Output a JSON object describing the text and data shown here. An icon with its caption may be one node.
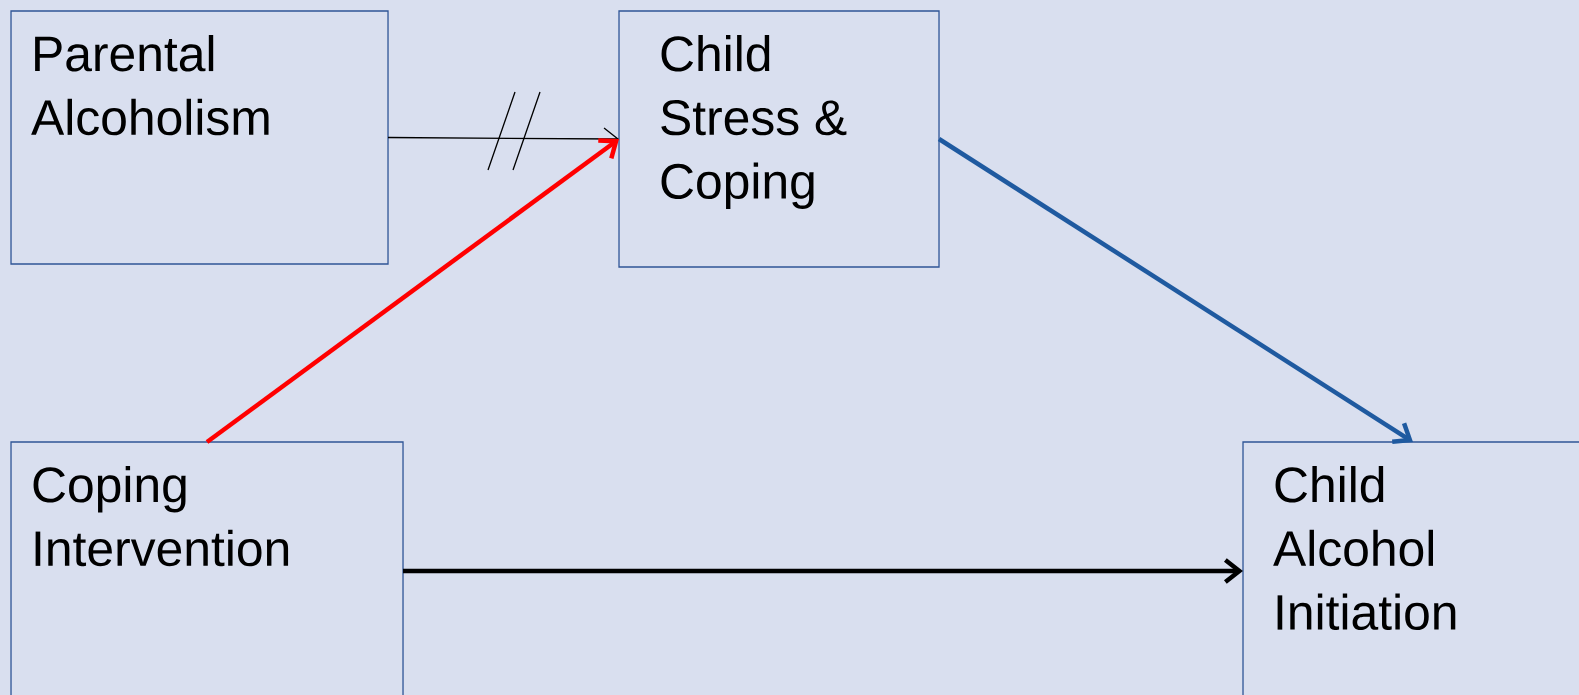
{
  "diagram": {
    "nodes": [
      {
        "text": [
          "Parental Alcoholism"
        ]
      },
      {
        "text": [
          "Child Stress & Coping"
        ]
      },
      {
        "text": [
          "Coping Intervention"
        ]
      },
      {
        "text": [
          "Child Alcohol Initiation"
        ]
      }
    ],
    "edges": [
      {
        "from": 0,
        "to": 1,
        "arrow": "to"
      },
      {
        "from": 2,
        "to": 1,
        "arrow": "to",
        "color": "#ff0000"
      },
      {
        "from": 1,
        "to": 3,
        "arrow": "to",
        "color": "#1f5aa0"
      },
      {
        "from": 2,
        "to": 3,
        "arrow": "to"
      }
    ]
  }
}
